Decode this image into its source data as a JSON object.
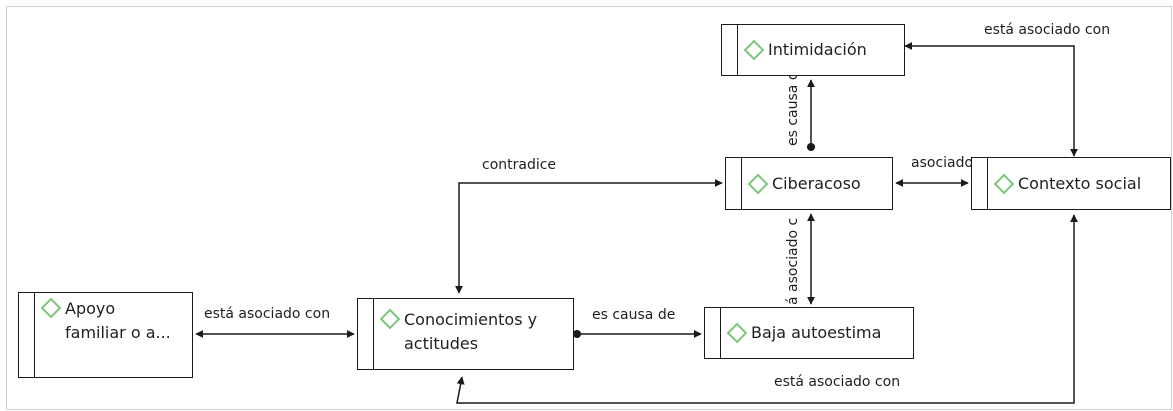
{
  "diagram": {
    "accent_color": "#7dc67a",
    "line_color": "#1a1a1a",
    "nodes": {
      "intimidacion": {
        "label": "Intimidación",
        "icon": "diamond-icon"
      },
      "ciberacoso": {
        "label": "Ciberacoso",
        "icon": "diamond-icon"
      },
      "contexto_social": {
        "label": "Contexto social",
        "icon": "diamond-icon"
      },
      "apoyo": {
        "label": "Apoyo\nfamiliar o a...",
        "icon": "diamond-icon"
      },
      "conocimientos": {
        "label": "Conocimientos y\nactitudes",
        "icon": "diamond-icon"
      },
      "baja_autoestima": {
        "label": "Baja autoestima",
        "icon": "diamond-icon"
      }
    },
    "edges": {
      "intimidacion_contexto": {
        "from": "intimidacion",
        "to": "contexto_social",
        "label": "está asociado con"
      },
      "ciberacoso_intimidacion": {
        "from": "ciberacoso",
        "to": "intimidacion",
        "label": "es causa de"
      },
      "ciberacoso_contexto": {
        "from": "ciberacoso",
        "to": "contexto_social",
        "label": "asociado"
      },
      "contradice": {
        "from": "conocimientos",
        "to": "ciberacoso",
        "label": "contradice"
      },
      "ciberacoso_baja": {
        "from": "ciberacoso",
        "to": "baja_autoestima",
        "label": "á asociado c"
      },
      "apoyo_conocimientos": {
        "from": "apoyo",
        "to": "conocimientos",
        "label": "está asociado con"
      },
      "conocimientos_baja": {
        "from": "conocimientos",
        "to": "baja_autoestima",
        "label": "es causa de"
      },
      "conocimientos_contexto": {
        "from": "conocimientos",
        "to": "contexto_social",
        "label": "está asociado con"
      }
    }
  }
}
